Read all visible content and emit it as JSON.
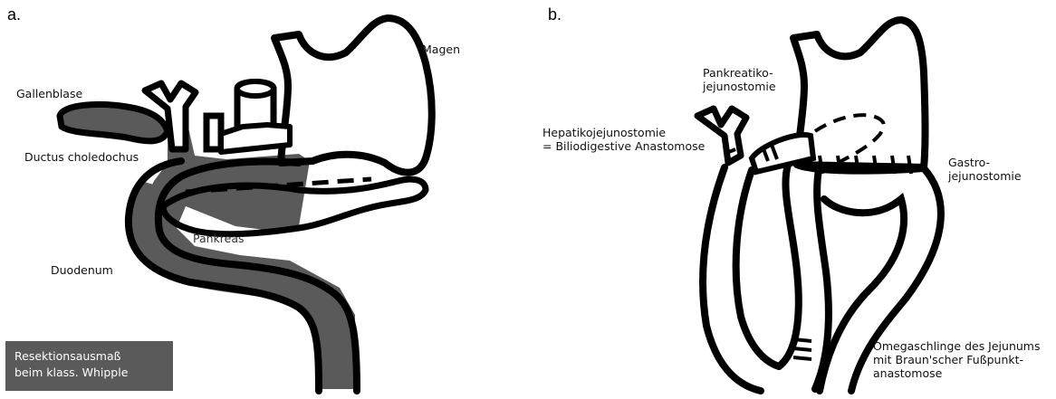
{
  "panels": [
    {
      "letter": "a.",
      "labels": {
        "magen": "Magen",
        "gallenblase": "Gallenblase",
        "ductus": "Ductus choledochus",
        "pankreas": "Pankreas",
        "duodenum": "Duodenum"
      },
      "legend": {
        "line1": "Resektionsausmaß",
        "line2": "beim klass. Whipple",
        "color": "#5a5a5a"
      }
    },
    {
      "letter": "b.",
      "labels": {
        "pankreatiko_line1": "Pankreatiko-",
        "pankreatiko_line2": "jejunostomie",
        "hepatiko_line1": "Hepatikojejunostomie",
        "hepatiko_line2": "= Biliodigestive Anastomose",
        "gastro_line1": "Gastro-",
        "gastro_line2": "jejunostomie",
        "omega_line1": "Omegaschlinge des Jejunums",
        "omega_line2": "mit Braun'scher Fußpunkt-",
        "omega_line3": "anastomose"
      }
    }
  ],
  "colors": {
    "outline": "#000000",
    "resection": "#5a5a5a",
    "background": "#ffffff"
  }
}
